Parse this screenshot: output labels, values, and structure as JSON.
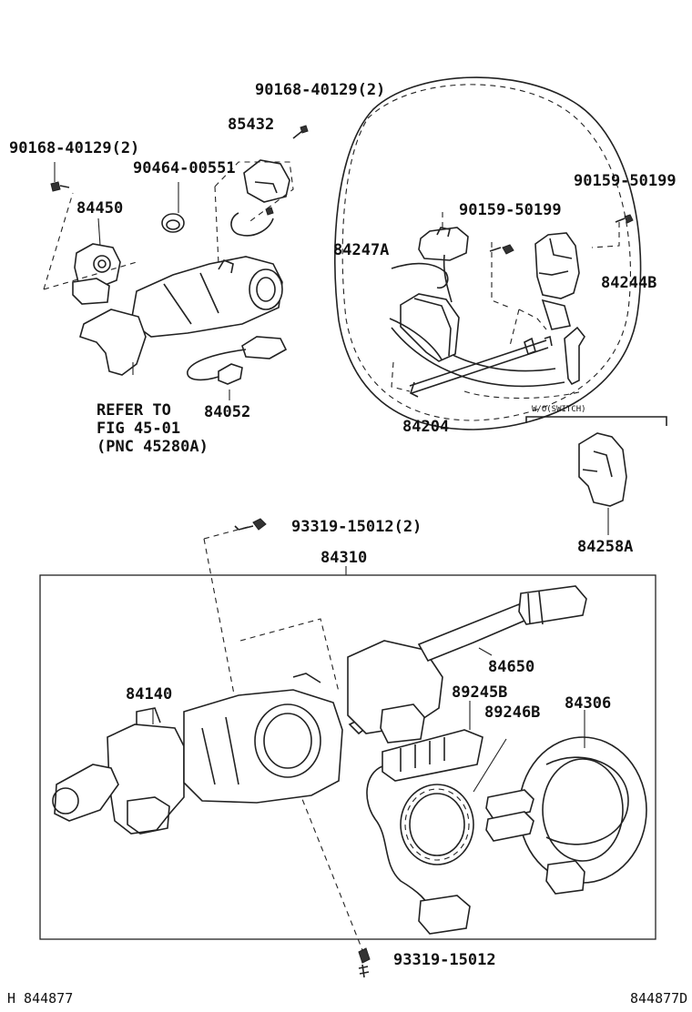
{
  "labels": {
    "bolt_90168_top": "90168-40129(2)",
    "bolt_90168_left": "90168-40129(2)",
    "p85432": "85432",
    "p90464": "90464-00551",
    "p84450": "84450",
    "p84052": "84052",
    "refer_line1": "REFER TO",
    "refer_line2": "FIG 45-01",
    "refer_line3": "(PNC 45280A)",
    "bolt_90159_outer": "90159-50199",
    "bolt_90159_inner": "90159-50199",
    "p84247a": "84247A",
    "p84244b": "84244B",
    "p84204": "84204",
    "wo_switch": "W/O(SWITCH)",
    "p84258a": "84258A",
    "bolt_93319_top": "93319-15012(2)",
    "p84310": "84310",
    "p84650": "84650",
    "p89245b": "89245B",
    "p89246b": "89246B",
    "p84306": "84306",
    "p84140": "84140",
    "bolt_93319_bottom": "93319-15012"
  },
  "footer": {
    "left": "H 844877",
    "right": "844877D"
  }
}
